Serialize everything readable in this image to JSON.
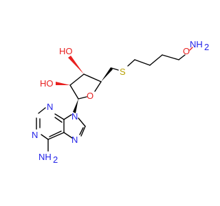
{
  "atoms": {
    "oh_upper": "HO",
    "oh_lower": "HO",
    "ring_oxygen": "O",
    "sulfur": "S",
    "o_amine_o": "O",
    "o_amine_nh2": "NH",
    "o_amine_sub": "2",
    "n9": "N",
    "n1": "N",
    "n3": "N",
    "n7": "N",
    "nh2": "NH",
    "nh2_sub": "2"
  },
  "colors": {
    "carbon": "#000000",
    "nitrogen": "#1f1fe8",
    "oxygen": "#e8201f",
    "sulfur": "#b8a000"
  }
}
